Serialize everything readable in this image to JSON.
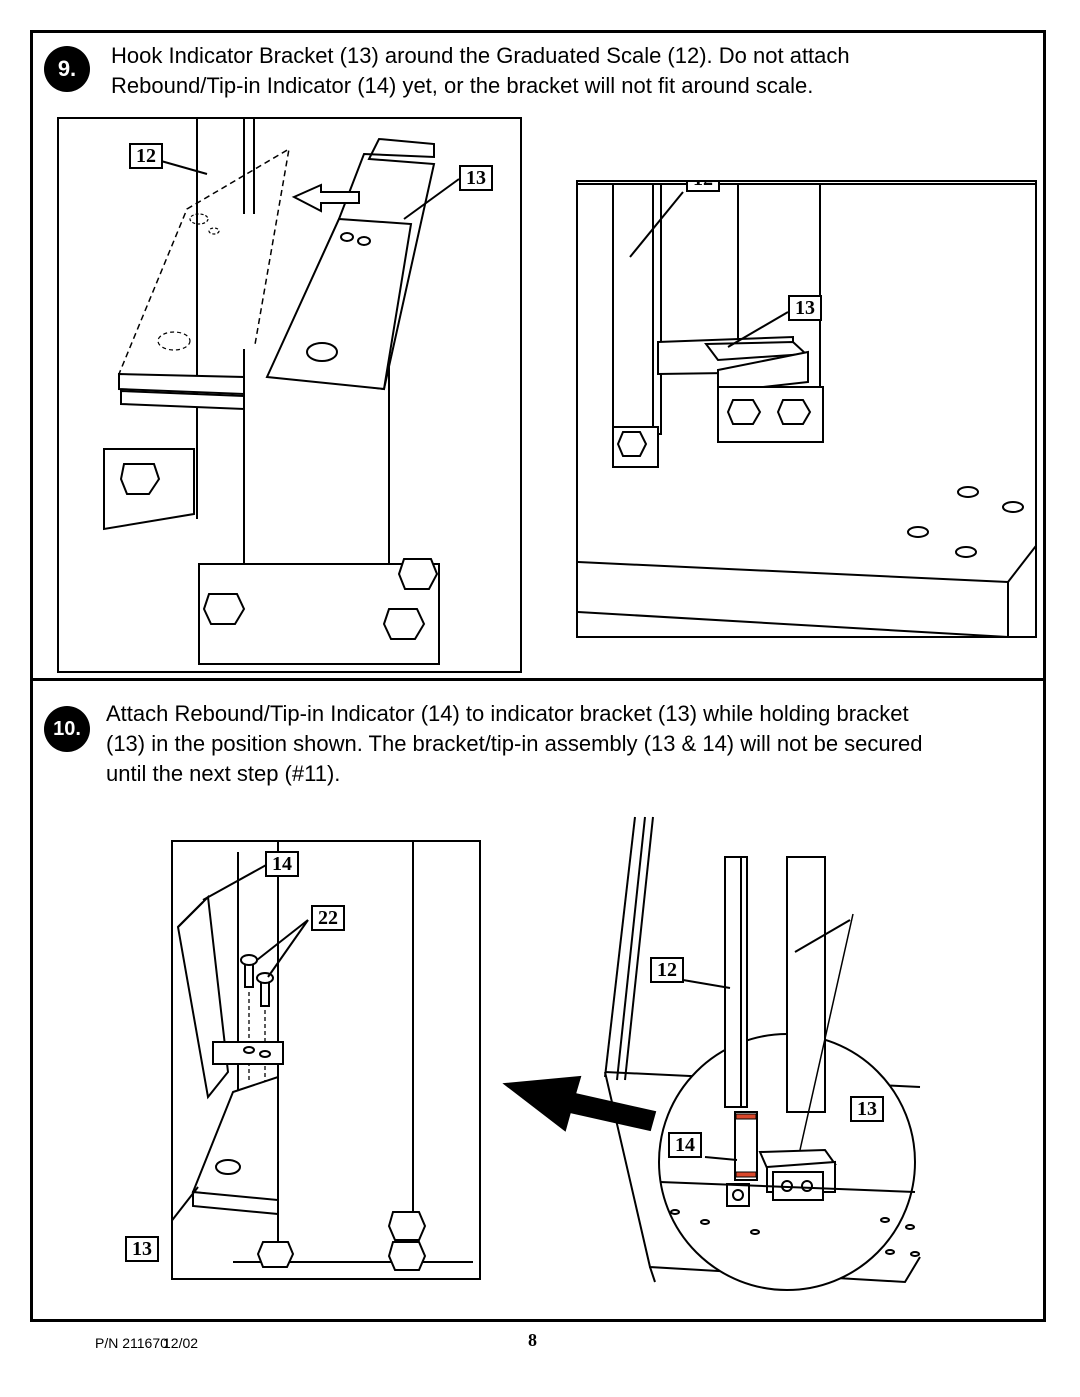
{
  "step9": {
    "number": "9.",
    "line1": "Hook Indicator Bracket (13) around the Graduated Scale (12). Do not attach",
    "line2": "Rebound/Tip-in Indicator (14) yet, or the bracket will not fit around scale.",
    "fig_a_callouts": [
      "12",
      "13"
    ],
    "fig_b_callouts": [
      "12",
      "13"
    ]
  },
  "step10": {
    "number": "10.",
    "line1": "Attach Rebound/Tip-in Indicator (14) to indicator bracket (13) while holding bracket",
    "line2": "(13) in the position shown. The bracket/tip-in assembly (13 & 14) will not be secured",
    "line3": "until the next step (#11).",
    "fig_c_callouts": [
      "14",
      "22",
      "13"
    ],
    "fig_d_callouts": [
      "12",
      "13",
      "14"
    ]
  },
  "footer": {
    "part_number": "P/N 211670",
    "date": "12/02",
    "page": "8"
  },
  "colors": {
    "ink": "#000000",
    "paper": "#ffffff",
    "highlight": "#d9472b"
  }
}
